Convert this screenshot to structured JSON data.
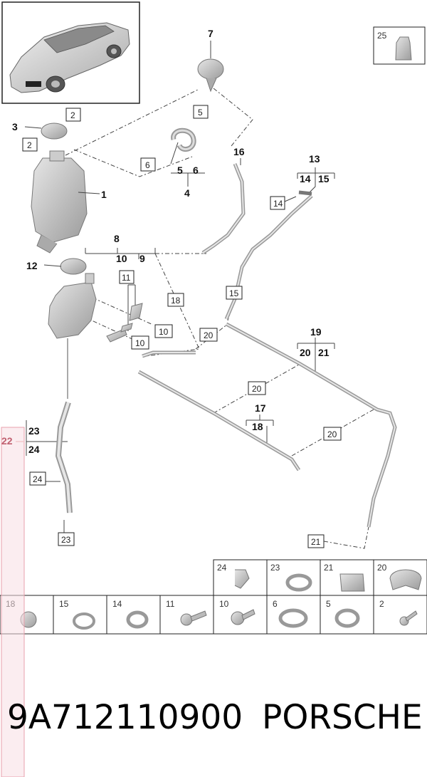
{
  "callouts": {
    "c1": "1",
    "c2a": "2",
    "c2b": "2",
    "c3": "3",
    "c4": "4",
    "c5box": "5",
    "c5": "5",
    "c6": "6",
    "c6box": "6",
    "c7": "7",
    "c8": "8",
    "c9": "9",
    "c10a": "10",
    "c10b": "10",
    "c10c": "10",
    "c11": "11",
    "c12": "12",
    "c13": "13",
    "c14a": "14",
    "c14b": "14",
    "c15a": "15",
    "c15b": "15",
    "c16": "16",
    "c17": "17",
    "c18a": "18",
    "c18b": "18",
    "c19": "19",
    "c20a": "20",
    "c20b": "20",
    "c20c": "20",
    "c20d": "20",
    "c21a": "21",
    "c21b": "21",
    "c22": "22",
    "c23a": "23",
    "c23b": "23",
    "c24a": "24",
    "c24b": "24",
    "c25": "25"
  },
  "legend_top": [
    "24",
    "23",
    "21",
    "20"
  ],
  "legend_bottom": [
    "18",
    "15",
    "14",
    "11",
    "10",
    "6",
    "5",
    "2"
  ],
  "footer": {
    "part_number": "9A712110900",
    "brand": "PORSCHE"
  },
  "colors": {
    "highlight_fill": "#f7dfe3",
    "highlight_stroke": "#e8a0ac",
    "part_gray": "#bfbfbf",
    "line": "#444444"
  }
}
